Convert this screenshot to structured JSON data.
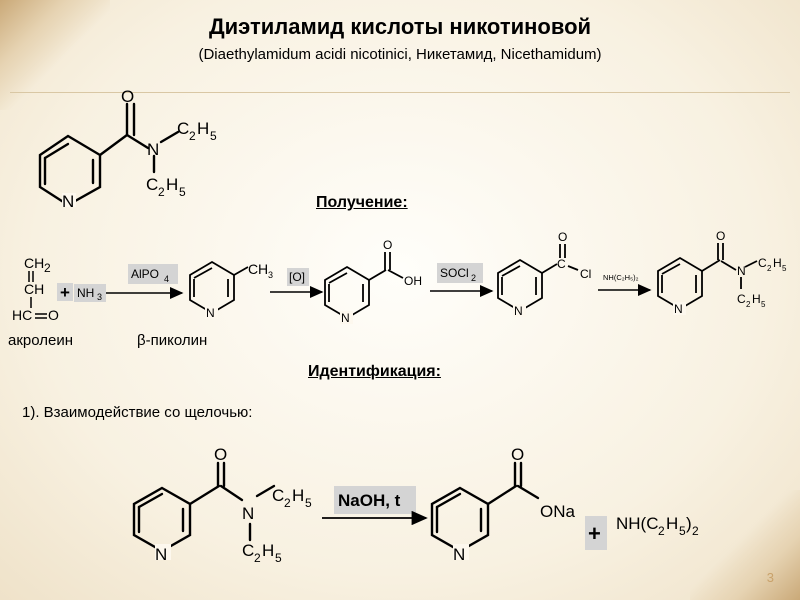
{
  "title": "Диэтиламид кислоты никотиновой",
  "subtitle": "(Diaethylamidum acidi nicotinici, Никетамид, Nicethamidum)",
  "headings": {
    "preparation": "Получение:",
    "identification": "Идентификация:"
  },
  "step1": "1). Взаимодействие со щелочью:",
  "captions": {
    "acrolein": "акролеин",
    "picoline": "β-пиколин"
  },
  "atoms": {
    "O": "O",
    "N": "N",
    "ethyl_c": "C",
    "ethyl_h": "H",
    "sub2": "2",
    "sub5": "5",
    "OH": "OH",
    "C": "C",
    "Cl": "Cl",
    "CH": "CH",
    "HC": "HC",
    "ONa": "ONa"
  },
  "reagents": {
    "plus": "+",
    "nh3_a": "NH",
    "nh3_b": "3",
    "alpo4_a": "AlPO",
    "alpo4_b": "4",
    "ox": "[O]",
    "socl2_a": "SOCl",
    "socl2_b": "2",
    "amine_small": "NH(C₂H₅)₂",
    "naoh": "NaOH, t",
    "diethylamine_a": "NH(C",
    "diethylamine_b": "2",
    "diethylamine_c": "H",
    "diethylamine_d": "5",
    "diethylamine_e": ")",
    "diethylamine_f": "2"
  },
  "page_number": "3",
  "colors": {
    "accent": "#c9a26b",
    "box": "#d4d4d4"
  }
}
